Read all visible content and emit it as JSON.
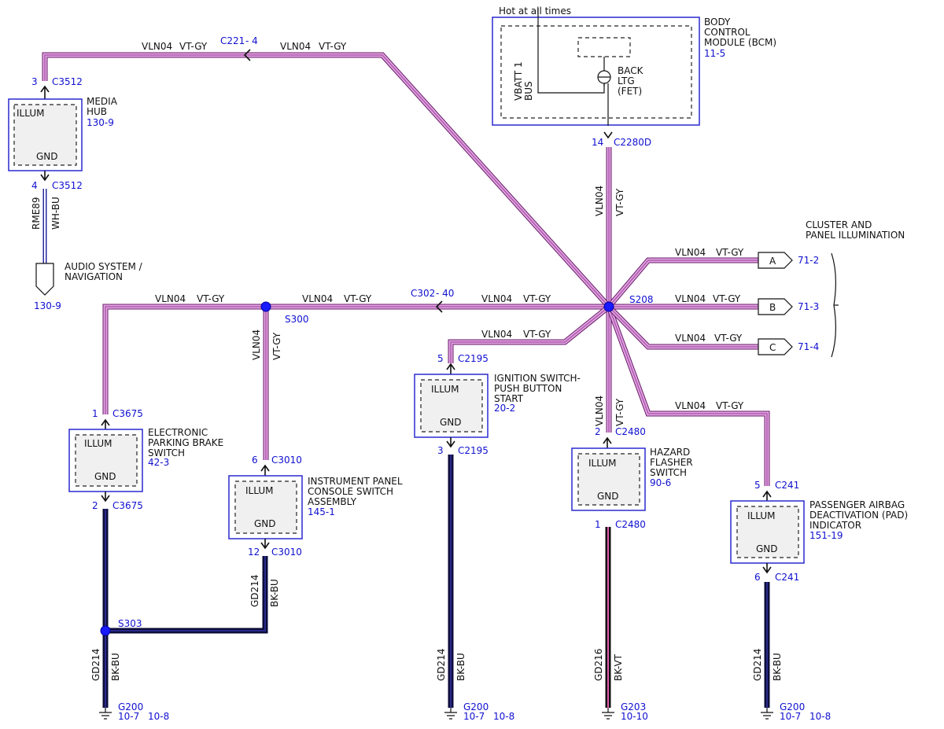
{
  "wires": {
    "main_circuit": "VLN04",
    "main_color": "VT-GY",
    "gnd_circuit": "GD214",
    "gnd_color": "BK-BU",
    "hazard_gnd_circuit": "GD216",
    "hazard_gnd_color": "BK-VT",
    "audio_circuit": "RME89",
    "audio_color": "WH-BU"
  },
  "bcm": {
    "hot_label": "Hot at all times",
    "name_lines": [
      "BODY",
      "CONTROL",
      "MODULE (BCM)"
    ],
    "ref": "11-5",
    "vbatt_lines": [
      "VBATT 1",
      "BUS"
    ],
    "back_lines": [
      "BACK",
      "LTG",
      "(FET)"
    ],
    "pin": "14",
    "connector": "C2280D"
  },
  "common": {
    "illum": "ILLUM",
    "gnd": "GND"
  },
  "inline_connectors": {
    "c221": "C221",
    "c221_pin": "- 4",
    "c302": "C302",
    "c302_pin": "- 40"
  },
  "splices": {
    "s208": "S208",
    "s300": "S300",
    "s303": "S303"
  },
  "media_hub": {
    "name_lines": [
      "MEDIA",
      "HUB"
    ],
    "ref": "130-9",
    "top_pin": "3",
    "top_conn": "C3512",
    "bot_pin": "4",
    "bot_conn": "C3512"
  },
  "audio": {
    "name_lines": [
      "AUDIO SYSTEM /",
      "NAVIGATION"
    ],
    "ref": "130-9"
  },
  "cluster": {
    "name_lines": [
      "CLUSTER AND",
      "PANEL ILLUMINATION"
    ],
    "branches": [
      {
        "letter": "A",
        "ref": "71-2"
      },
      {
        "letter": "B",
        "ref": "71-3"
      },
      {
        "letter": "C",
        "ref": "71-4"
      }
    ]
  },
  "epb": {
    "name_lines": [
      "ELECTRONIC",
      "PARKING BRAKE",
      "SWITCH"
    ],
    "ref": "42-3",
    "top_pin": "1",
    "top_conn": "C3675",
    "bot_pin": "2",
    "bot_conn": "C3675"
  },
  "ipc": {
    "name_lines": [
      "INSTRUMENT PANEL",
      "CONSOLE SWITCH",
      "ASSEMBLY"
    ],
    "ref": "145-1",
    "top_pin": "6",
    "top_conn": "C3010",
    "bot_pin": "12",
    "bot_conn": "C3010"
  },
  "ign": {
    "name_lines": [
      "IGNITION SWITCH-",
      "PUSH BUTTON",
      "START"
    ],
    "ref": "20-2",
    "top_pin": "5",
    "top_conn": "C2195",
    "bot_pin": "3",
    "bot_conn": "C2195"
  },
  "hazard": {
    "name_lines": [
      "HAZARD",
      "FLASHER",
      "SWITCH"
    ],
    "ref": "90-6",
    "top_pin": "2",
    "top_conn": "C2480",
    "bot_pin": "1",
    "bot_conn": "C2480"
  },
  "pad": {
    "name_lines": [
      "PASSENGER AIRBAG",
      "DEACTIVATION (PAD)",
      "INDICATOR"
    ],
    "ref": "151-19",
    "top_pin": "5",
    "top_conn": "C241",
    "bot_pin": "6",
    "bot_conn": "C241"
  },
  "grounds": [
    {
      "name": "G200",
      "ref": "10-7",
      "ref2": "10-8"
    },
    {
      "name": "G200",
      "ref": "10-7",
      "ref2": "10-8"
    },
    {
      "name": "G203",
      "ref": "10-10",
      "ref2": ""
    },
    {
      "name": "G200",
      "ref": "10-7",
      "ref2": "10-8"
    }
  ]
}
